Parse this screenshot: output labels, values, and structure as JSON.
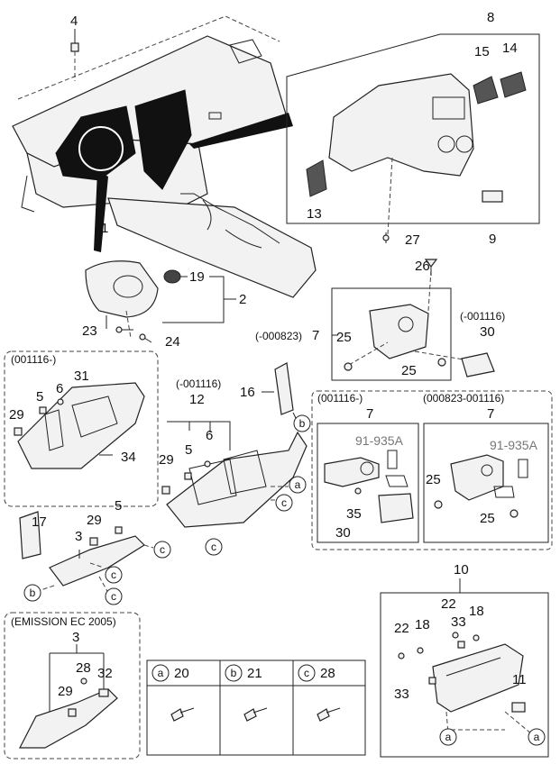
{
  "callouts": {
    "n4": "4",
    "n8": "8",
    "n15": "15",
    "n14": "14",
    "n13": "13",
    "n27": "27",
    "n9": "9",
    "n1": "1",
    "n19": "19",
    "n2": "2",
    "n23": "23",
    "n24": "24",
    "n26": "26",
    "n7a": "7",
    "n25a": "25",
    "n25b": "25",
    "n30a": "30",
    "n31": "31",
    "n5a": "5",
    "n6a": "6",
    "n29a": "29",
    "n34": "34",
    "n12": "12",
    "n16": "16",
    "n29b": "29",
    "n5b": "5",
    "n6b": "6",
    "n17": "17",
    "n29c": "29",
    "n5c": "5",
    "n3a": "3",
    "n7b": "7",
    "n7c": "7",
    "n35": "35",
    "n30b": "30",
    "n25c": "25",
    "n25d": "25",
    "n10": "10",
    "n22a": "22",
    "n18a": "18",
    "n33a": "33",
    "n22b": "22",
    "n18b": "18",
    "n11": "11",
    "n33b": "33",
    "n3b": "3",
    "n28": "28",
    "n32": "32",
    "n29d": "29"
  },
  "refs": {
    "ref_a": "91-935A",
    "ref_b": "91-935A"
  },
  "tags": {
    "a": "a",
    "b": "b",
    "c": "c"
  },
  "group_labels": {
    "g001116_from": "(001116-)",
    "g001116_until": "(-001116)",
    "g000823_until": "(-000823)",
    "g001116_until2": "(-001116)",
    "g001116_from2": "(001116-)",
    "g000823_001116": "(000823-001116)",
    "emission": "(EMISSION EC 2005)"
  },
  "legend": {
    "cells": [
      {
        "tag": "a",
        "number": "20"
      },
      {
        "tag": "b",
        "number": "21"
      },
      {
        "tag": "c",
        "number": "28"
      }
    ]
  }
}
